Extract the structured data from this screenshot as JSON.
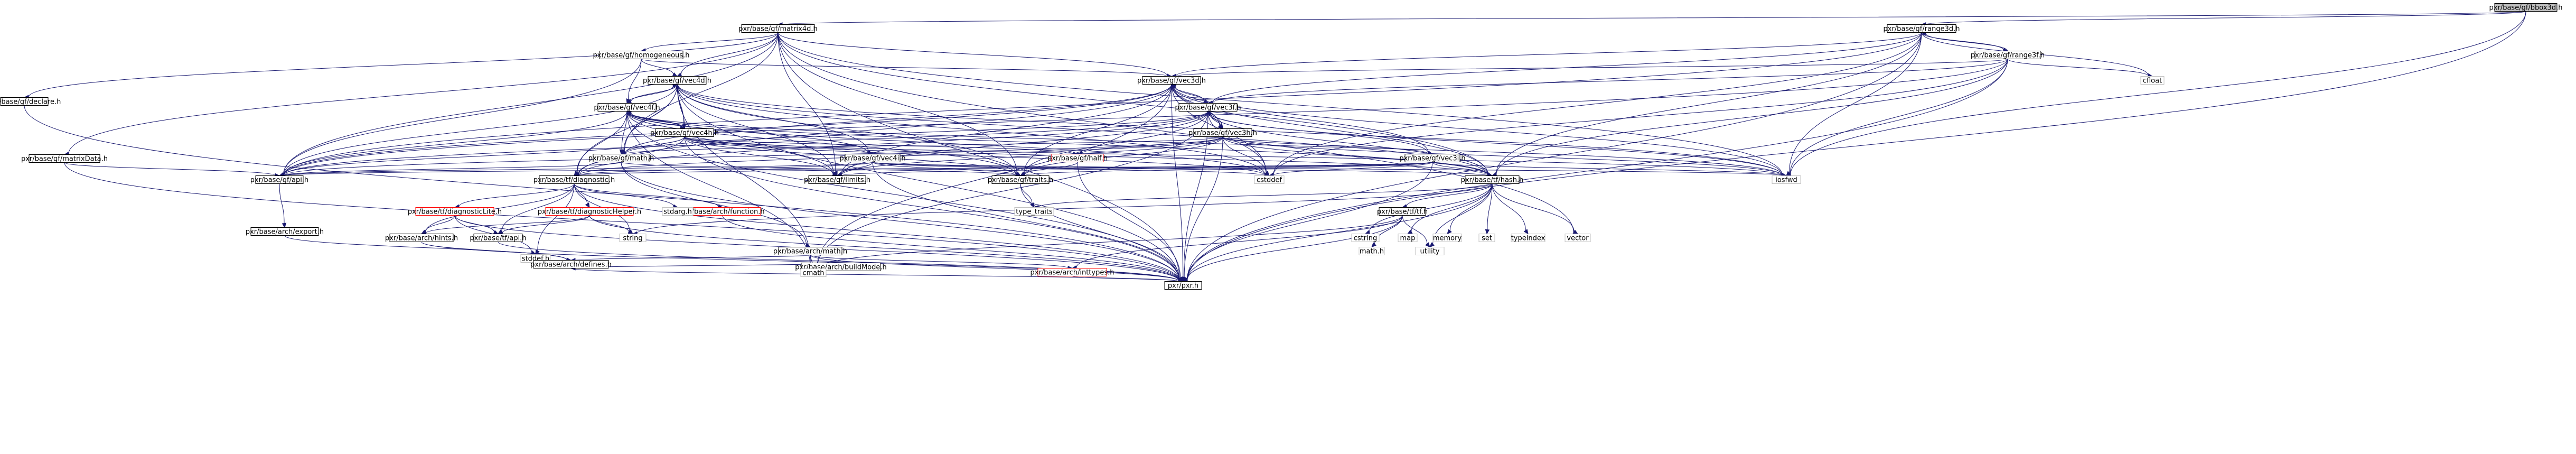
{
  "graph": {
    "nodes": [
      {
        "id": "bbox3d",
        "label": "pxr/base/gf/bbox3d.h",
        "kind": "root"
      },
      {
        "id": "matrix4d",
        "label": "pxr/base/gf/matrix4d.h",
        "kind": "hdr"
      },
      {
        "id": "range3d",
        "label": "pxr/base/gf/range3d.h",
        "kind": "hdr"
      },
      {
        "id": "homogeneous",
        "label": "pxr/base/gf/homogeneous.h",
        "kind": "hdr"
      },
      {
        "id": "range3f",
        "label": "pxr/base/gf/range3f.h",
        "kind": "hdr"
      },
      {
        "id": "declare",
        "label": "pxr/base/gf/declare.h",
        "kind": "hdr"
      },
      {
        "id": "vec4d",
        "label": "pxr/base/gf/vec4d.h",
        "kind": "hdr"
      },
      {
        "id": "vec3d",
        "label": "pxr/base/gf/vec3d.h",
        "kind": "hdr"
      },
      {
        "id": "cfloat",
        "label": "cfloat",
        "kind": "std"
      },
      {
        "id": "vec4f",
        "label": "pxr/base/gf/vec4f.h",
        "kind": "hdr"
      },
      {
        "id": "vec3f",
        "label": "pxr/base/gf/vec3f.h",
        "kind": "hdr"
      },
      {
        "id": "matrixdata",
        "label": "pxr/base/gf/matrixData.h",
        "kind": "hdr"
      },
      {
        "id": "vec4h",
        "label": "pxr/base/gf/vec4h.h",
        "kind": "hdr"
      },
      {
        "id": "vec3h",
        "label": "pxr/base/gf/vec3h.h",
        "kind": "hdr"
      },
      {
        "id": "math",
        "label": "pxr/base/gf/math.h",
        "kind": "hdr"
      },
      {
        "id": "vec4i",
        "label": "pxr/base/gf/vec4i.h",
        "kind": "hdr"
      },
      {
        "id": "half",
        "label": "pxr/base/gf/half.h",
        "kind": "red"
      },
      {
        "id": "vec3i",
        "label": "pxr/base/gf/vec3i.h",
        "kind": "hdr"
      },
      {
        "id": "api",
        "label": "pxr/base/gf/api.h",
        "kind": "hdr"
      },
      {
        "id": "tfdiag",
        "label": "pxr/base/tf/diagnostic.h",
        "kind": "hdr"
      },
      {
        "id": "limits",
        "label": "pxr/base/gf/limits.h",
        "kind": "hdr"
      },
      {
        "id": "traits",
        "label": "pxr/base/gf/traits.h",
        "kind": "hdr"
      },
      {
        "id": "cstddef",
        "label": "cstddef",
        "kind": "std"
      },
      {
        "id": "tfhash",
        "label": "pxr/base/tf/hash.h",
        "kind": "hdr"
      },
      {
        "id": "iosfwd",
        "label": "iosfwd",
        "kind": "std"
      },
      {
        "id": "apiexport",
        "label": "pxr/base/arch/export.h",
        "kind": "hdr"
      },
      {
        "id": "difflite",
        "label": "pxr/base/tf/diagnosticLite.h",
        "kind": "red"
      },
      {
        "id": "diaghelper",
        "label": "pxr/base/tf/diagnosticHelper.h",
        "kind": "red"
      },
      {
        "id": "archfunction",
        "label": "pxr/base/arch/function.h",
        "kind": "red"
      },
      {
        "id": "stdarg",
        "label": "stdarg.h",
        "kind": "std"
      },
      {
        "id": "typetraits",
        "label": "type_traits",
        "kind": "std"
      },
      {
        "id": "tftf",
        "label": "pxr/base/tf/tf.h",
        "kind": "hdr"
      },
      {
        "id": "cstring",
        "label": "cstring",
        "kind": "std"
      },
      {
        "id": "map",
        "label": "map",
        "kind": "std"
      },
      {
        "id": "memory",
        "label": "memory",
        "kind": "std"
      },
      {
        "id": "set",
        "label": "set",
        "kind": "std"
      },
      {
        "id": "typeindex",
        "label": "typeindex",
        "kind": "std"
      },
      {
        "id": "vector",
        "label": "vector",
        "kind": "std"
      },
      {
        "id": "archhints",
        "label": "pxr/base/arch/hints.h",
        "kind": "hdr"
      },
      {
        "id": "tfapi",
        "label": "pxr/base/tf/api.h",
        "kind": "hdr"
      },
      {
        "id": "stddef",
        "label": "stddef.h",
        "kind": "std"
      },
      {
        "id": "string",
        "label": "string",
        "kind": "std"
      },
      {
        "id": "archmath",
        "label": "pxr/base/arch/math.h",
        "kind": "hdr"
      },
      {
        "id": "mathh",
        "label": "math.h",
        "kind": "std"
      },
      {
        "id": "utility",
        "label": "utility",
        "kind": "std"
      },
      {
        "id": "archdefines",
        "label": "pxr/base/arch/defines.h",
        "kind": "hdr"
      },
      {
        "id": "buildmode",
        "label": "pxr/base/arch/buildMode.h",
        "kind": "hdr"
      },
      {
        "id": "cmath",
        "label": "cmath",
        "kind": "std"
      },
      {
        "id": "inttypes",
        "label": "pxr/base/arch/inttypes.h",
        "kind": "red"
      },
      {
        "id": "pxrh",
        "label": "pxr/pxr.h",
        "kind": "hdr"
      }
    ]
  }
}
